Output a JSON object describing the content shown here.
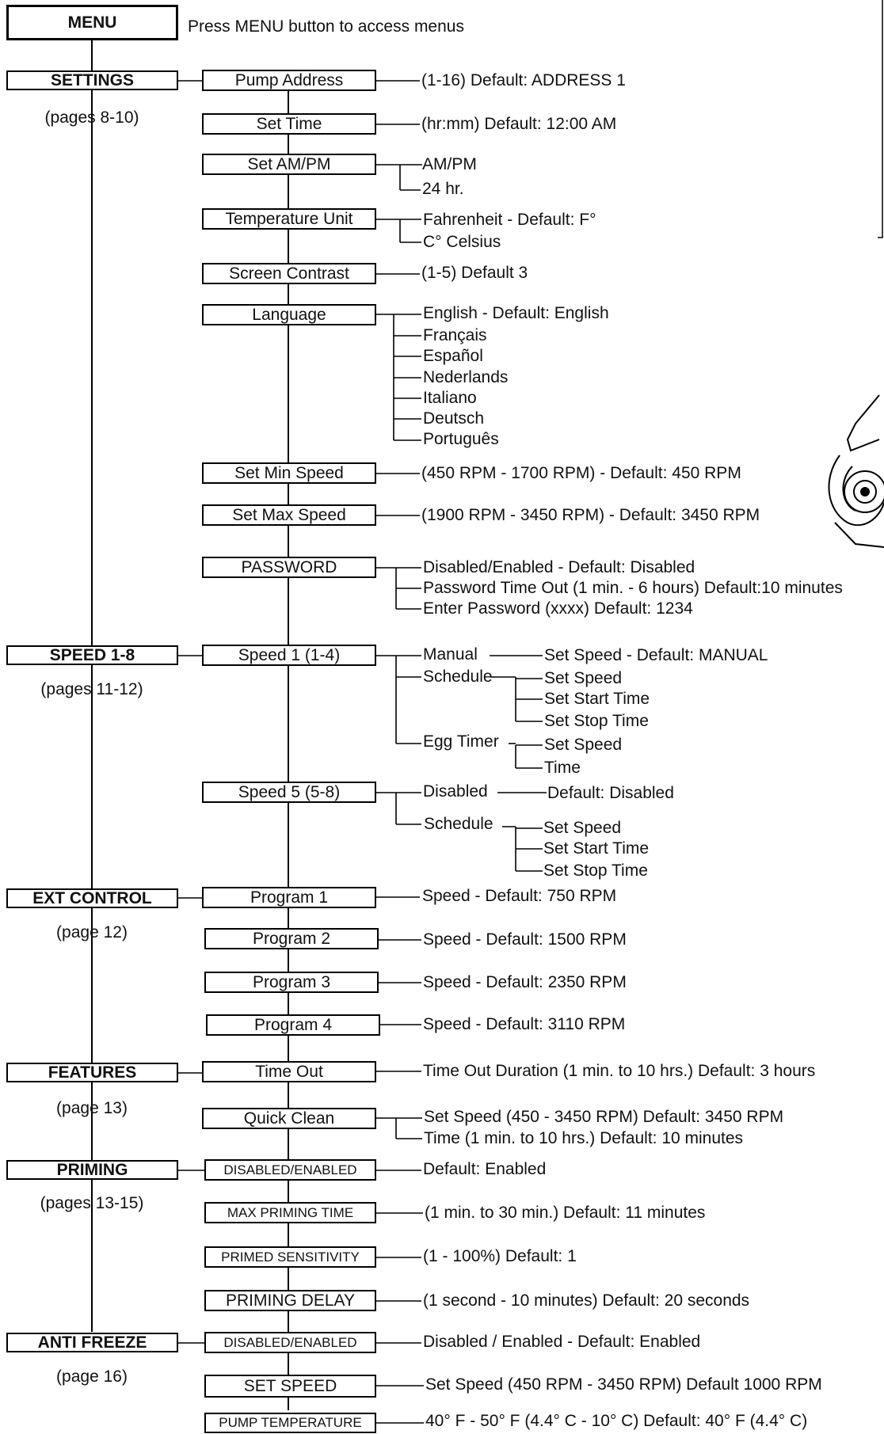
{
  "menu": {
    "label": "MENU",
    "note": "Press MENU button to access menus"
  },
  "settings": {
    "label": "SETTINGS",
    "pages": "(pages 8-10)",
    "items": [
      {
        "label": "Pump Address",
        "desc": [
          "(1-16) Default: ADDRESS 1"
        ]
      },
      {
        "label": "Set Time",
        "desc": [
          "(hr:mm) Default: 12:00 AM"
        ]
      },
      {
        "label": "Set AM/PM",
        "desc": [
          "AM/PM",
          "24 hr."
        ]
      },
      {
        "label": "Temperature Unit",
        "desc": [
          "Fahrenheit - Default: F°",
          "C° Celsius"
        ]
      },
      {
        "label": "Screen Contrast",
        "desc": [
          "(1-5) Default 3"
        ]
      },
      {
        "label": "Language",
        "desc": [
          "English - Default: English",
          "Français",
          "Español",
          "Nederlands",
          "Italiano",
          "Deutsch",
          "Português"
        ]
      },
      {
        "label": "Set Min Speed",
        "desc": [
          "(450 RPM  - 1700 RPM) - Default: 450 RPM"
        ]
      },
      {
        "label": "Set Max Speed",
        "desc": [
          "(1900 RPM - 3450 RPM) - Default: 3450 RPM"
        ]
      },
      {
        "label": "PASSWORD",
        "desc": [
          "Disabled/Enabled - Default: Disabled",
          "Password Time Out (1 min. - 6 hours) Default:10 minutes",
          "Enter Password (xxxx) Default: 1234"
        ]
      }
    ]
  },
  "speed": {
    "label": "SPEED 1-8",
    "pages": "(pages 11-12)",
    "items": [
      {
        "label": "Speed 1 (1-4)",
        "modes": [
          {
            "label": "Manual",
            "subs": [
              "Set Speed - Default: MANUAL"
            ]
          },
          {
            "label": "Schedule",
            "subs": [
              "Set Speed",
              "Set Start Time",
              "Set Stop Time"
            ]
          },
          {
            "label": "Egg Timer",
            "subs": [
              "Set Speed",
              "Time"
            ]
          }
        ]
      },
      {
        "label": "Speed 5 (5-8)",
        "modes": [
          {
            "label": "Disabled",
            "subs": [
              "Default: Disabled"
            ]
          },
          {
            "label": "Schedule",
            "subs": [
              "Set Speed",
              "Set Start Time",
              "Set Stop Time"
            ]
          }
        ]
      }
    ]
  },
  "ext_control": {
    "label": "EXT CONTROL",
    "pages": "(page 12)",
    "items": [
      {
        "label": "Program 1",
        "desc": [
          "Speed - Default: 750 RPM"
        ]
      },
      {
        "label": "Program 2",
        "desc": [
          "Speed - Default: 1500 RPM"
        ]
      },
      {
        "label": "Program 3",
        "desc": [
          "Speed - Default: 2350 RPM"
        ]
      },
      {
        "label": "Program 4",
        "desc": [
          "Speed - Default: 3110 RPM"
        ]
      }
    ]
  },
  "features": {
    "label": "FEATURES",
    "pages": "(page 13)",
    "items": [
      {
        "label": "Time Out",
        "desc": [
          "Time Out Duration (1 min. to 10 hrs.) Default: 3 hours"
        ]
      },
      {
        "label": "Quick Clean",
        "desc": [
          "Set Speed (450 - 3450 RPM) Default: 3450 RPM",
          "Time (1 min. to 10 hrs.) Default: 10 minutes"
        ]
      }
    ]
  },
  "priming": {
    "label": "PRIMING",
    "pages": "(pages 13-15)",
    "items": [
      {
        "label": "DISABLED/ENABLED",
        "desc": [
          "Default: Enabled"
        ]
      },
      {
        "label": "MAX PRIMING TIME",
        "desc": [
          "(1 min. to 30 min.) Default: 11 minutes"
        ]
      },
      {
        "label": "PRIMED SENSITIVITY",
        "desc": [
          "(1 - 100%) Default: 1"
        ]
      },
      {
        "label": "PRIMING DELAY",
        "desc": [
          "(1 second - 10 minutes) Default: 20 seconds"
        ]
      }
    ]
  },
  "anti_freeze": {
    "label": "ANTI FREEZE",
    "pages": "(page 16)",
    "items": [
      {
        "label": "DISABLED/ENABLED",
        "desc": [
          "Disabled / Enabled - Default: Enabled"
        ]
      },
      {
        "label": "SET SPEED",
        "desc": [
          "Set Speed (450 RPM  -  3450 RPM) Default 1000 RPM"
        ]
      },
      {
        "label": "PUMP TEMPERATURE",
        "desc": [
          "40° F - 50° F (4.4° C - 10° C) Default: 40° F (4.4° C)"
        ]
      }
    ]
  }
}
